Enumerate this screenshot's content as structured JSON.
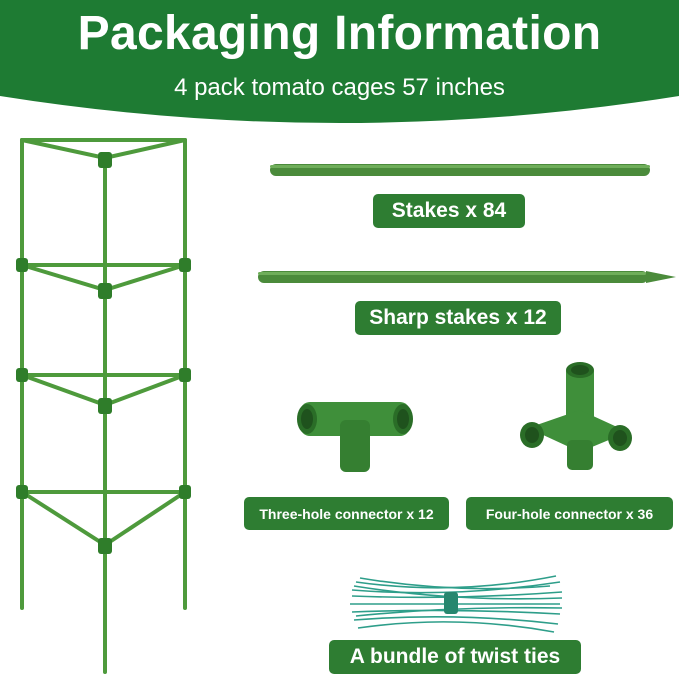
{
  "header": {
    "title": "Packaging Information",
    "subtitle": "4 pack tomato cages 57 inches"
  },
  "items": {
    "stakes": "Stakes x 84",
    "sharp_stakes": "Sharp stakes x 12",
    "three_hole": "Three-hole connector x 12",
    "four_hole": "Four-hole connector x 36",
    "twist_ties": "A bundle of twist ties"
  },
  "colors": {
    "header_green": "#1e7b33",
    "label_green": "#2e7d32",
    "stake_green": "#4b8b3b",
    "connector_green": "#3f8f3a",
    "tie_teal": "#2e9e8a"
  }
}
